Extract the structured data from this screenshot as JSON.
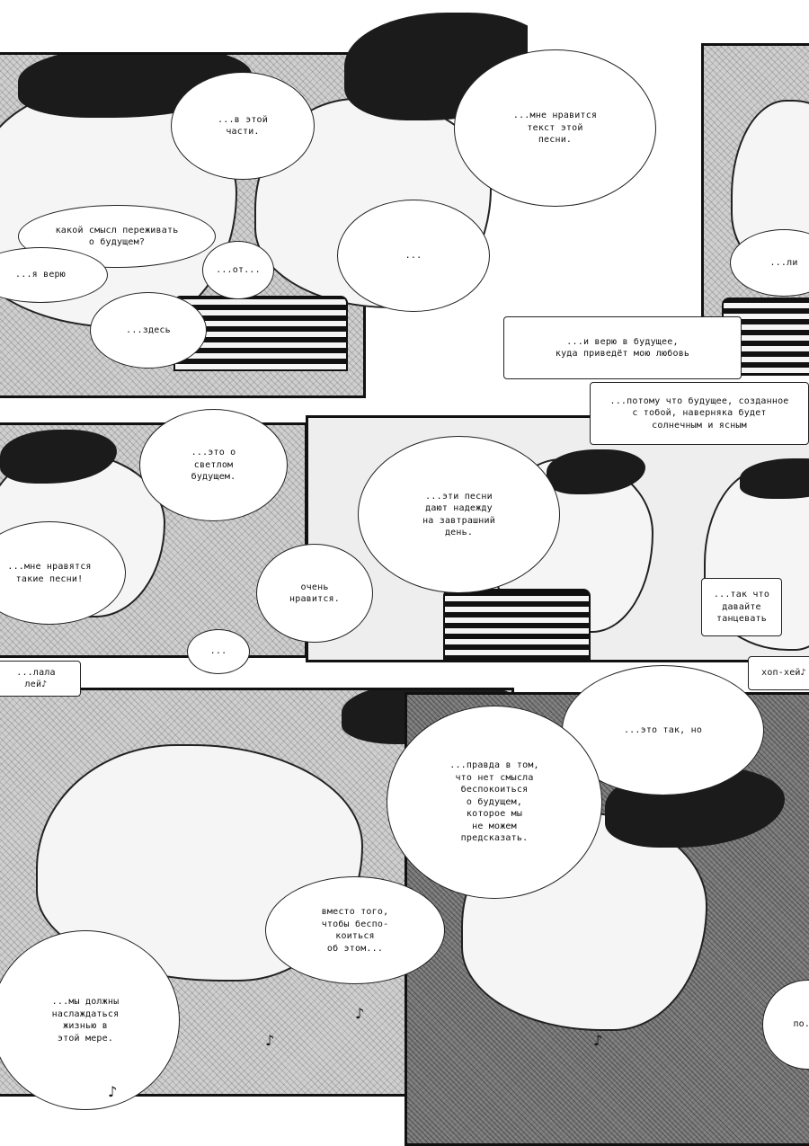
{
  "page": {
    "bubbles": [
      {
        "id": "b1",
        "text": "...в этой\nчасти."
      },
      {
        "id": "b2",
        "text": "...мне нравится\nтекст этой\nпесни."
      },
      {
        "id": "b3",
        "text": "какой смысл переживать\nо будущем?"
      },
      {
        "id": "b4",
        "text": "...я верю"
      },
      {
        "id": "b5",
        "text": "...от..."
      },
      {
        "id": "b6",
        "text": "..."
      },
      {
        "id": "b7",
        "text": "...ли"
      },
      {
        "id": "b8",
        "text": "...здесь"
      },
      {
        "id": "b9",
        "text": "...и верю в будущее,\nкуда приведёт мою любовь"
      },
      {
        "id": "b10",
        "text": "...потому что будущее, созданное\nс тобой, наверняка будет\nсолнечным и ясным"
      },
      {
        "id": "b11",
        "text": "...это о\nсветлом\nбудущем."
      },
      {
        "id": "b12",
        "text": "...эти песни\nдают надежду\nна завтрашний\nдень."
      },
      {
        "id": "b13",
        "text": "...мне нравятся\nтакие песни!"
      },
      {
        "id": "b14",
        "text": "очень\nнравится."
      },
      {
        "id": "b15",
        "text": "...так что\nдавайте\nтанцевать"
      },
      {
        "id": "b16",
        "text": "..."
      },
      {
        "id": "b17",
        "text": "...лала лей♪"
      },
      {
        "id": "b18",
        "text": "хоп-хей♪"
      },
      {
        "id": "b19",
        "text": "...это так, но"
      },
      {
        "id": "b20",
        "text": "...правда в том,\nчто нет смысла\nбеспокоиться\nо будущем,\nкоторое мы\nне можем\nпредсказать."
      },
      {
        "id": "b21",
        "text": "вместо того,\nчтобы беспо-\nкоиться\nоб этом..."
      },
      {
        "id": "b22",
        "text": "...мы должны\nнаслаждаться\nжизнью в\nэтой мере."
      },
      {
        "id": "b23",
        "text": "по..."
      }
    ],
    "sfx": [
      {
        "id": "s1",
        "text": "♪"
      },
      {
        "id": "s2",
        "text": "♪"
      },
      {
        "id": "s3",
        "text": "♪"
      },
      {
        "id": "s4",
        "text": "♪"
      }
    ]
  }
}
